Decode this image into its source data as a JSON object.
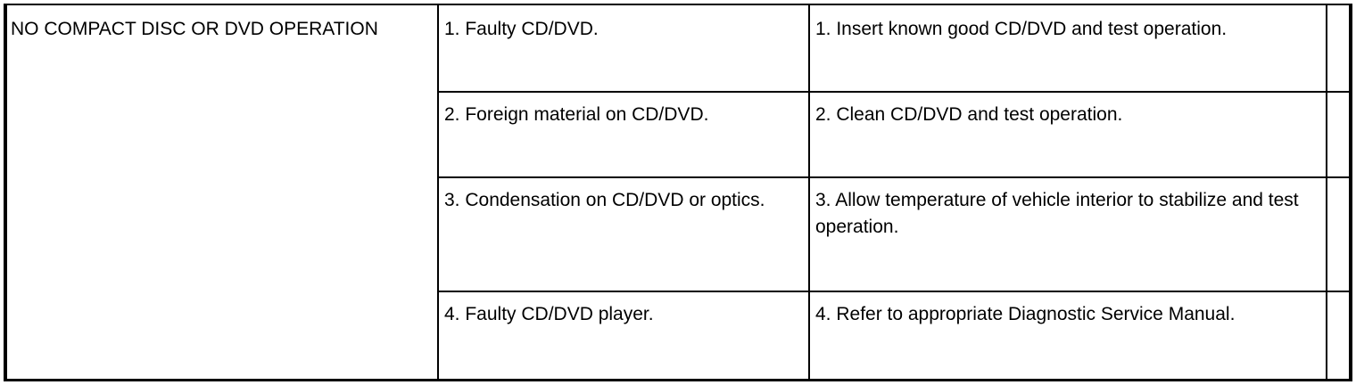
{
  "symptom": "NO COMPACT DISC OR DVD OPERATION",
  "rows": [
    {
      "cause": "1. Faulty CD/DVD.",
      "fix": "1. Insert known good CD/DVD and test operation."
    },
    {
      "cause": "2. Foreign material on CD/DVD.",
      "fix": "2. Clean CD/DVD and test operation."
    },
    {
      "cause": "3. Condensation on CD/DVD or optics.",
      "fix": "3. Allow temperature of vehicle interior to stabilize and test operation."
    },
    {
      "cause": "4. Faulty CD/DVD player.",
      "fix": "4. Refer to appropriate Diagnostic Service Manual."
    }
  ]
}
